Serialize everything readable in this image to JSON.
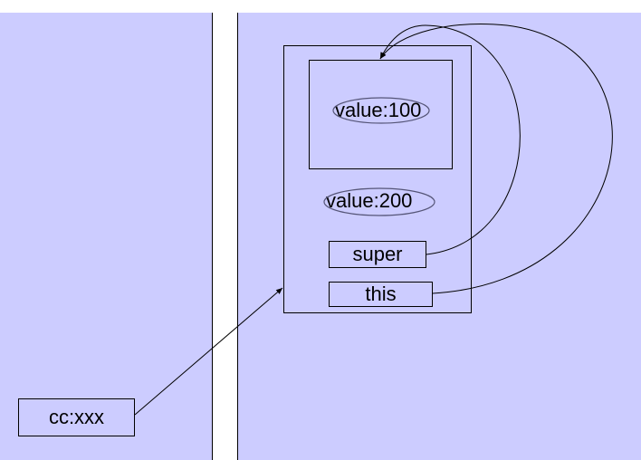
{
  "panels": {
    "stack": {
      "fill": "#ccccff"
    },
    "heap": {
      "fill": "#ccccff"
    }
  },
  "heap": {
    "parent_field": "value:100",
    "child_field": "value:200",
    "super_label": "super",
    "this_label": "this"
  },
  "stack": {
    "reference_label": "cc:xxx"
  },
  "arrows": [
    {
      "from": "cc:xxx",
      "to": "object"
    },
    {
      "from": "super",
      "to": "parent-object"
    },
    {
      "from": "this",
      "to": "parent-object"
    }
  ]
}
